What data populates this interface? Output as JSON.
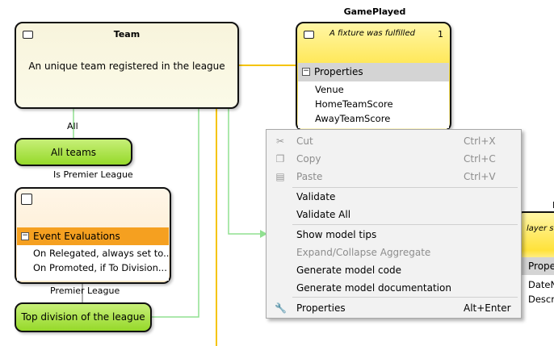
{
  "team": {
    "title": "Team",
    "description": "An unique team registered in the league"
  },
  "game_played": {
    "title": "GamePlayed",
    "subtitle": "A fixture was fulfilled",
    "count": "1",
    "section_label": "Properties",
    "properties": [
      "Venue",
      "HomeTeamScore",
      "AwayTeamScore"
    ]
  },
  "all_teams": {
    "label": "All teams"
  },
  "event_node": {
    "section_label": "Event Evaluations",
    "items": [
      "On Relegated,  always set to...",
      "On Promoted, if To Division..."
    ]
  },
  "top_division": {
    "label": "Top division of the league"
  },
  "edge_labels": {
    "all": "All",
    "is_premier_league": "Is Premier League",
    "premier_league": "Premier League"
  },
  "partial_node": {
    "marker": "I",
    "subtitle": "layer su",
    "section_label": "Proper",
    "rows": [
      "DateN",
      "Descri"
    ]
  },
  "context_menu": {
    "items": [
      {
        "label": "Cut",
        "shortcut": "Ctrl+X",
        "enabled": false,
        "icon": "scissors-icon"
      },
      {
        "label": "Copy",
        "shortcut": "Ctrl+C",
        "enabled": false,
        "icon": "copy-icon"
      },
      {
        "label": "Paste",
        "shortcut": "Ctrl+V",
        "enabled": false,
        "icon": "paste-icon"
      },
      {
        "label": "Validate",
        "shortcut": "",
        "enabled": true
      },
      {
        "label": "Validate All",
        "shortcut": "",
        "enabled": true
      },
      {
        "label": "Show model tips",
        "shortcut": "",
        "enabled": true
      },
      {
        "label": "Expand/Collapse Aggregate",
        "shortcut": "",
        "enabled": false
      },
      {
        "label": "Generate model code",
        "shortcut": "",
        "enabled": true
      },
      {
        "label": "Generate model documentation",
        "shortcut": "",
        "enabled": true
      },
      {
        "label": "Properties",
        "shortcut": "Alt+Enter",
        "enabled": true,
        "icon": "wrench-icon"
      }
    ]
  },
  "colors": {
    "connector_yellow": "#f5c400",
    "connector_green": "#90e090",
    "connector_gray": "#666666",
    "green_node": "#a6e03a",
    "orange_header": "#f5a020",
    "yellow_node": "#ffe23a"
  }
}
